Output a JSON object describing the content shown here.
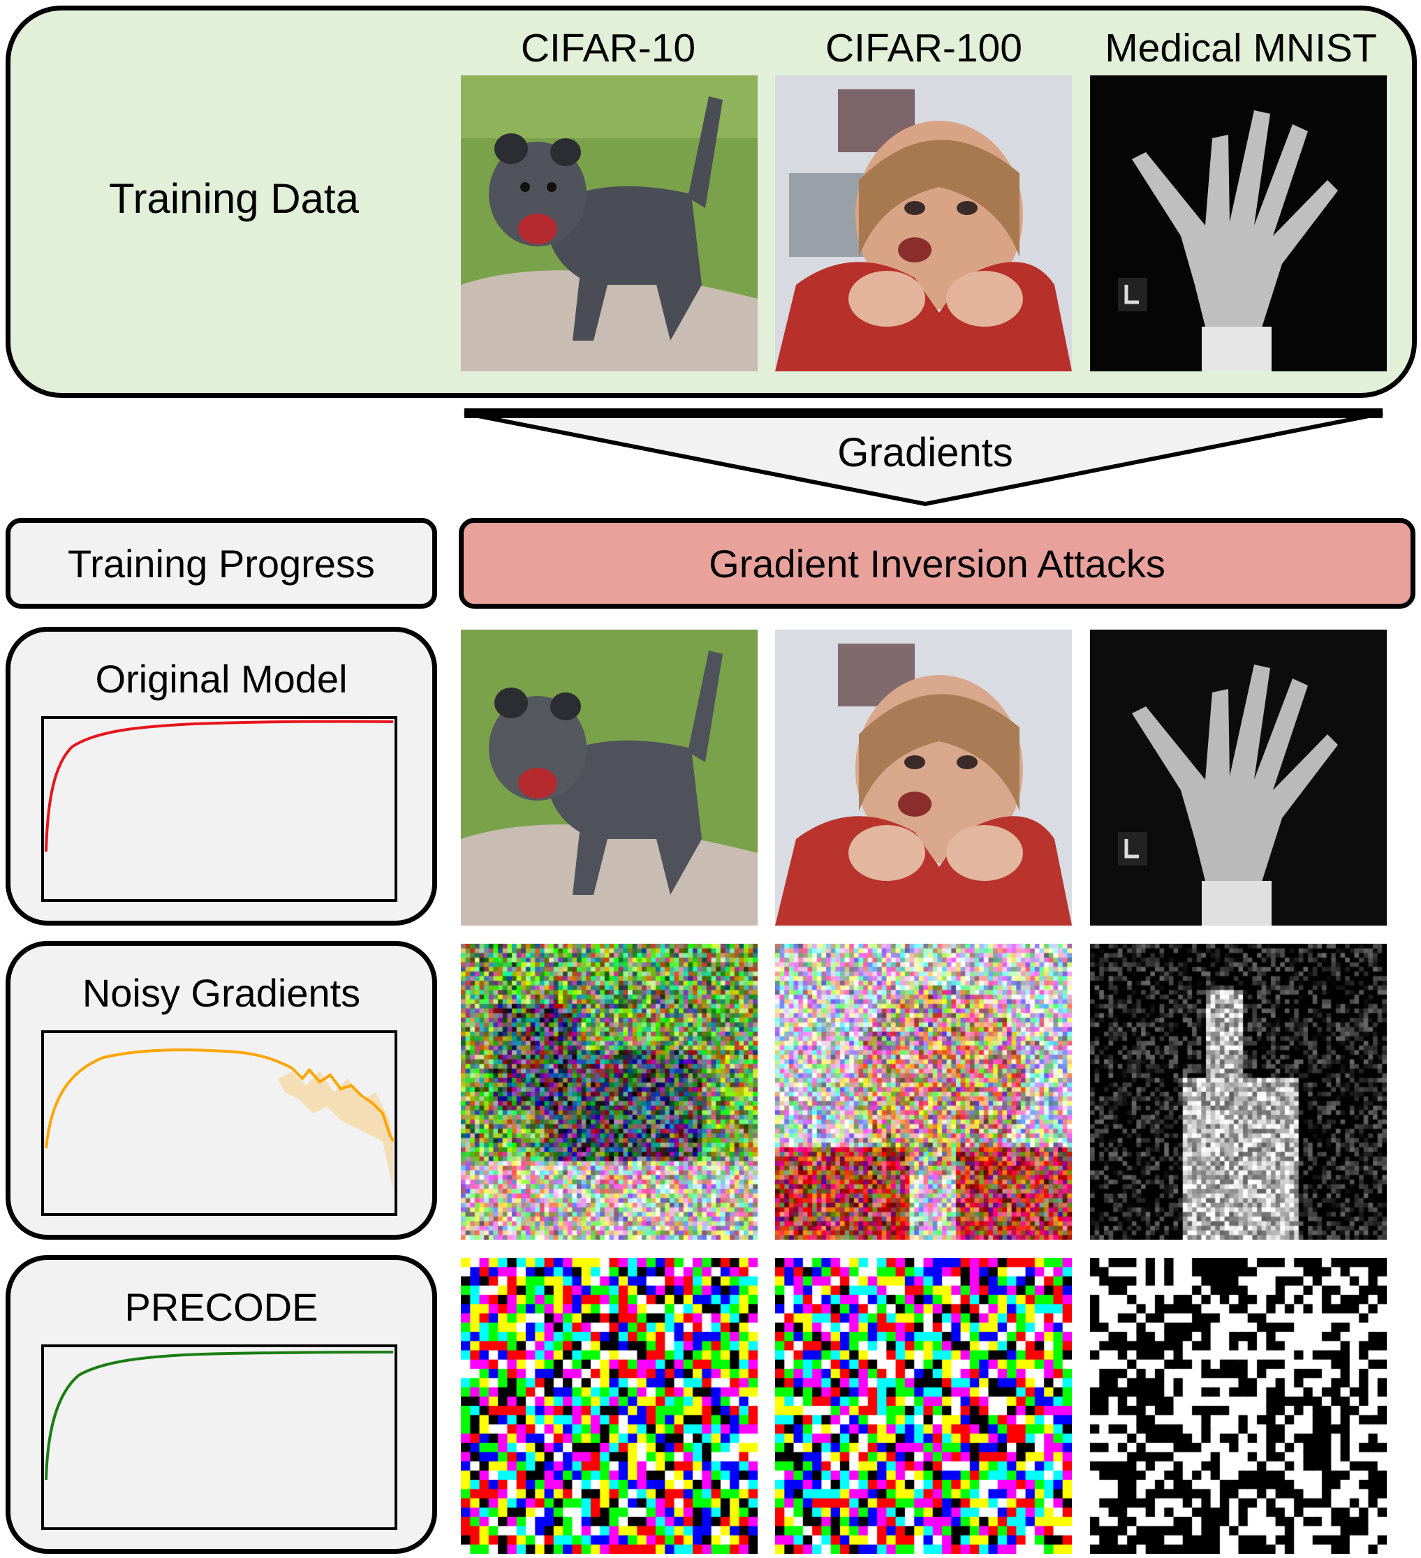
{
  "top_panel": {
    "label": "Training Data",
    "columns": [
      "CIFAR-10",
      "CIFAR-100",
      "Medical MNIST"
    ]
  },
  "arrow": {
    "label": "Gradients"
  },
  "headers": {
    "left": "Training Progress",
    "right": "Gradient Inversion Attacks"
  },
  "rows": [
    {
      "title": "Original Model",
      "curve_color": "#e8141b",
      "reconstruction": "clean"
    },
    {
      "title": "Noisy Gradients",
      "curve_color": "#ffa500",
      "reconstruction": "noisy"
    },
    {
      "title": "PRECODE",
      "curve_color": "#1a7d12",
      "reconstruction": "scrambled"
    }
  ],
  "colors": {
    "top_panel_bg": "#e2efd9",
    "attack_bar_bg": "#e9a19b",
    "box_bg": "#f2f2f2"
  },
  "image_subjects": [
    "dog-photo",
    "child-photo",
    "hand-xray"
  ]
}
